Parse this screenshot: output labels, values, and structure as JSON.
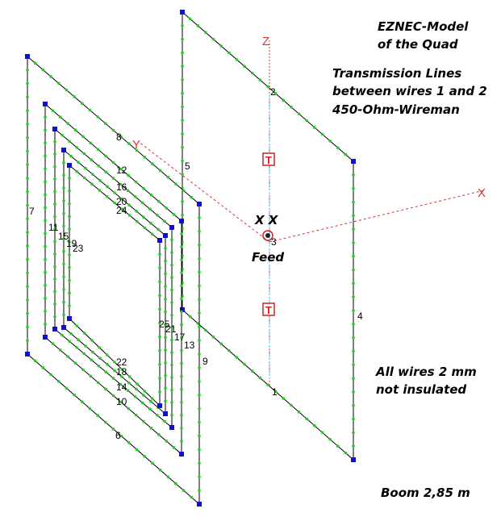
{
  "notes": {
    "title_line1": "EZNEC-Model",
    "title_line2": "of the Quad",
    "tl_line1": "Transmission Lines",
    "tl_line2": "between wires 1 and 2",
    "tl_line3": "450-Ohm-Wireman",
    "xx": "X X",
    "feed": "Feed",
    "wires_line1": "All wires 2 mm",
    "wires_line2": "not insulated",
    "boom": "Boom 2,85 m"
  },
  "axes": {
    "z": "Z",
    "y": "Y",
    "x": "X"
  },
  "markers": {
    "t_top": "T",
    "t_bottom": "T"
  },
  "wire_labels": [
    "1",
    "2",
    "3",
    "4",
    "5",
    "6",
    "7",
    "8",
    "9",
    "10",
    "11",
    "12",
    "13",
    "14",
    "15",
    "16",
    "17",
    "18",
    "19",
    "20",
    "21",
    "22",
    "23",
    "24",
    "25"
  ],
  "colors": {
    "wire": "#000000",
    "segment_dot": "#22cc22",
    "corner": "#1111cc",
    "axis": "#dd3333",
    "tline": "#55bbee",
    "marker": "#cc2222"
  }
}
